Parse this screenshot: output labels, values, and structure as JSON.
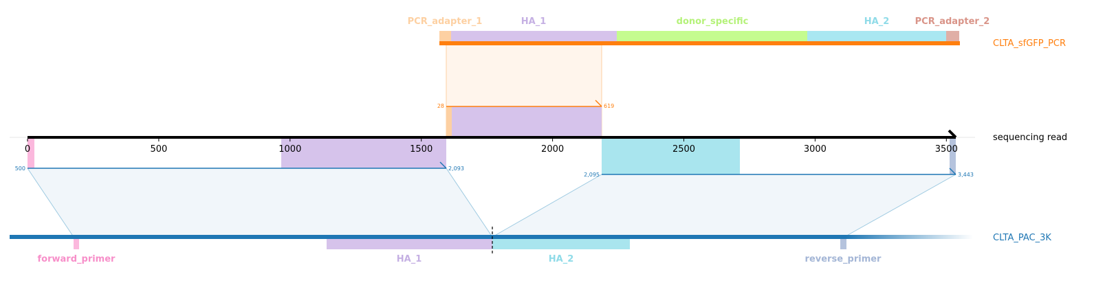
{
  "colors": {
    "pcr_track": "#ff7f0e",
    "pac_track": "#1f77b4",
    "read_axis": "#000000",
    "pcr_adapter_1": "#fdd0a2",
    "ha_1": "#c5b0e3",
    "donor_specific": "#bdfc83",
    "ha_2": "#9ee3ee",
    "pcr_adapter_2": "#dca39a",
    "forward_primer": "#f9a7d8",
    "reverse_primer": "#a4b6d6"
  },
  "tracks": {
    "pcr": {
      "label": "CLTA_sfGFP_PCR"
    },
    "read": {
      "label": "sequencing read"
    },
    "pac": {
      "label": "CLTA_PAC_3K"
    }
  },
  "pcr_features": [
    {
      "label": "PCR_adapter_1",
      "color_key": "pcr_adapter_1"
    },
    {
      "label": "HA_1",
      "color_key": "ha_1"
    },
    {
      "label": "donor_specific",
      "color_key": "donor_specific"
    },
    {
      "label": "HA_2",
      "color_key": "ha_2"
    },
    {
      "label": "PCR_adapter_2",
      "color_key": "pcr_adapter_2"
    }
  ],
  "pac_features": [
    {
      "label": "forward_primer",
      "color_key": "forward_primer"
    },
    {
      "label": "HA_1",
      "color_key": "ha_1"
    },
    {
      "label": "HA_2",
      "color_key": "ha_2"
    },
    {
      "label": "reverse_primer",
      "color_key": "reverse_primer"
    }
  ],
  "read_axis": {
    "ticks": [
      "0",
      "500",
      "1000",
      "1500",
      "2000",
      "2500",
      "3000",
      "3500"
    ],
    "length": 3530
  },
  "alignments": [
    {
      "target": "CLTA_sfGFP_PCR",
      "read_start_label": "28",
      "read_end_label": "619",
      "read_start": 1600,
      "read_end": 2193
    },
    {
      "target": "CLTA_PAC_3K",
      "read_start_label": "500",
      "read_end_label": "2,093",
      "read_start": 0,
      "read_end": 1600
    },
    {
      "target": "CLTA_PAC_3K",
      "read_start_label": "2,095",
      "read_end_label": "3,443",
      "read_start": 2190,
      "read_end": 3530
    }
  ]
}
